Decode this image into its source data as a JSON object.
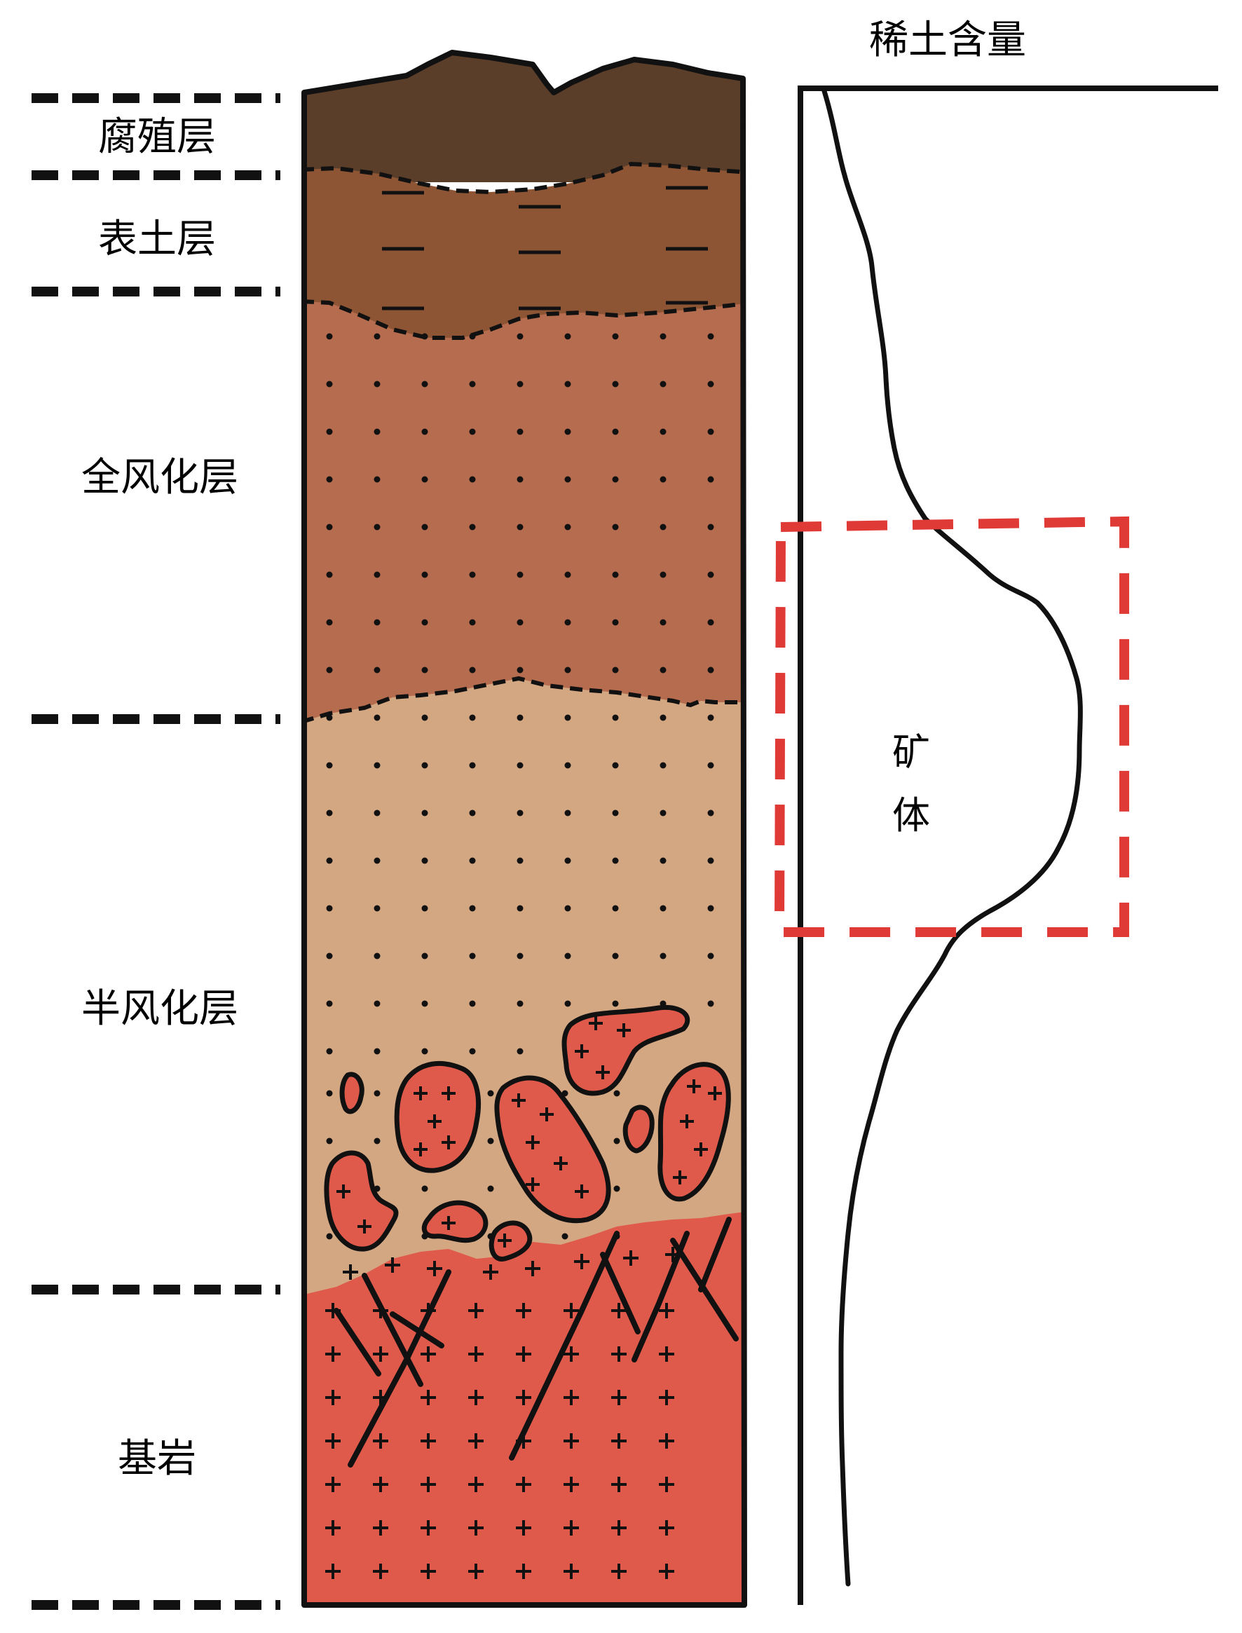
{
  "diagram": {
    "axis_title": "稀土含量",
    "ore_label_line1": "矿",
    "ore_label_line2": "体",
    "layers": {
      "humus": "腐殖层",
      "topsoil": "表土层",
      "fully_weathered": "全风化层",
      "semi_weathered": "半风化层",
      "bedrock": "基岩"
    }
  },
  "colors": {
    "humus": "#5b3e29",
    "topsoil": "#8e5535",
    "fully_weathered": "#b66c4e",
    "semi_weathered": "#d4a783",
    "bedrock": "#e05a4c",
    "ore_box": "#e03a36",
    "outline": "#111111"
  }
}
